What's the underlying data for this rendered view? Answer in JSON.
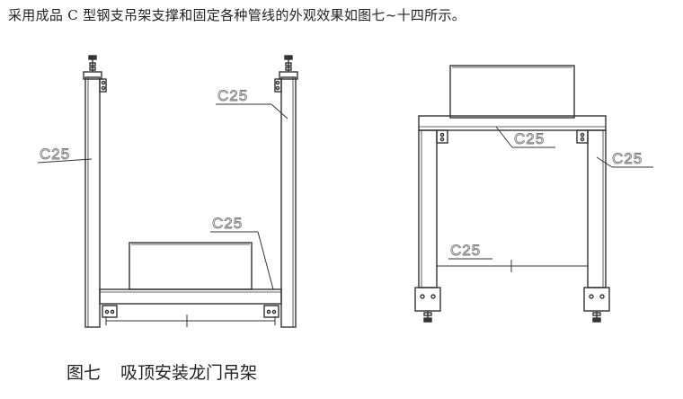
{
  "intro_text": "采用成品 C 型钢支吊架支撑和固定各种管线的外观效果如图七~十四所示。",
  "figure": {
    "labels": {
      "left_post_left": "C25",
      "left_post_right": "C25",
      "left_lower": "C25",
      "right_beam": "C25",
      "right_post": "C25",
      "right_lower": "C25"
    }
  },
  "caption": {
    "number": "图七",
    "title": "吸顶安装龙门吊架"
  }
}
